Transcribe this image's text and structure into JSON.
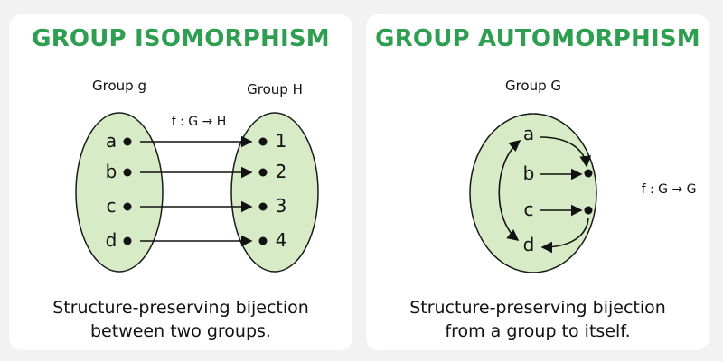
{
  "isomorphism": {
    "title": "GROUP ISOMORPHISM",
    "left_group_label": "Group g",
    "right_group_label": "Group H",
    "map_label": "f : G → H",
    "left_elements": [
      "a",
      "b",
      "c",
      "d"
    ],
    "right_elements": [
      "1",
      "2",
      "3",
      "4"
    ],
    "caption_line1": "Structure-preserving bijection",
    "caption_line2": "between two groups."
  },
  "automorphism": {
    "title": "GROUP AUTOMORPHISM",
    "group_label": "Group G",
    "map_label": "f : G → G",
    "elements": [
      "a",
      "b",
      "c",
      "d"
    ],
    "caption_line1": "Structure-preserving bijection",
    "caption_line2": "from a group to itself."
  },
  "colors": {
    "accent": "#2e9e50",
    "ellipse_fill": "#d6ebc6",
    "ellipse_stroke": "#1a1a1a",
    "background": "#f2f2f2",
    "panel": "#ffffff"
  }
}
